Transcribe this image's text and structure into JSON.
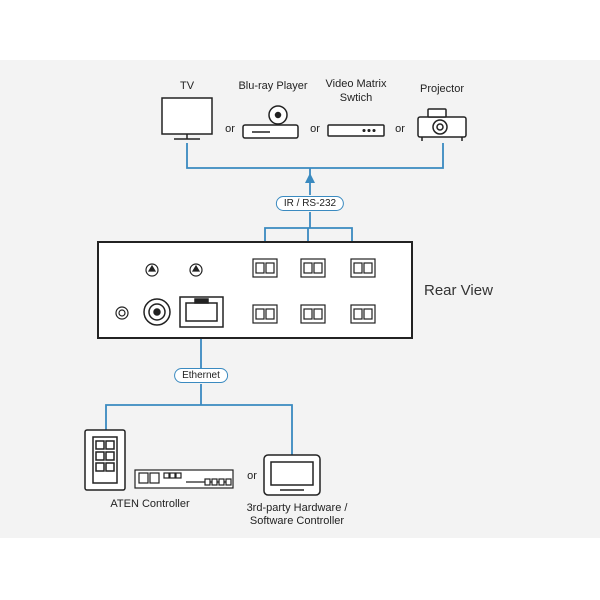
{
  "devices_top": {
    "tv": "TV",
    "bluray": "Blu-ray Player",
    "matrix_line1": "Video Matrix",
    "matrix_line2": "Swtich",
    "projector": "Projector",
    "or_label": "or"
  },
  "connections": {
    "ir_rs232": "IR / RS-232",
    "ethernet": "Ethernet"
  },
  "rear_view": "Rear View",
  "devices_bottom": {
    "aten": "ATEN Controller",
    "or_label": "or",
    "third_party_line1": "3rd-party Hardware /",
    "third_party_line2": "Software Controller"
  },
  "colors": {
    "line": "#3a8ac0",
    "device": "#222222",
    "panel_border": "#222222",
    "background": "#f3f3f3"
  }
}
